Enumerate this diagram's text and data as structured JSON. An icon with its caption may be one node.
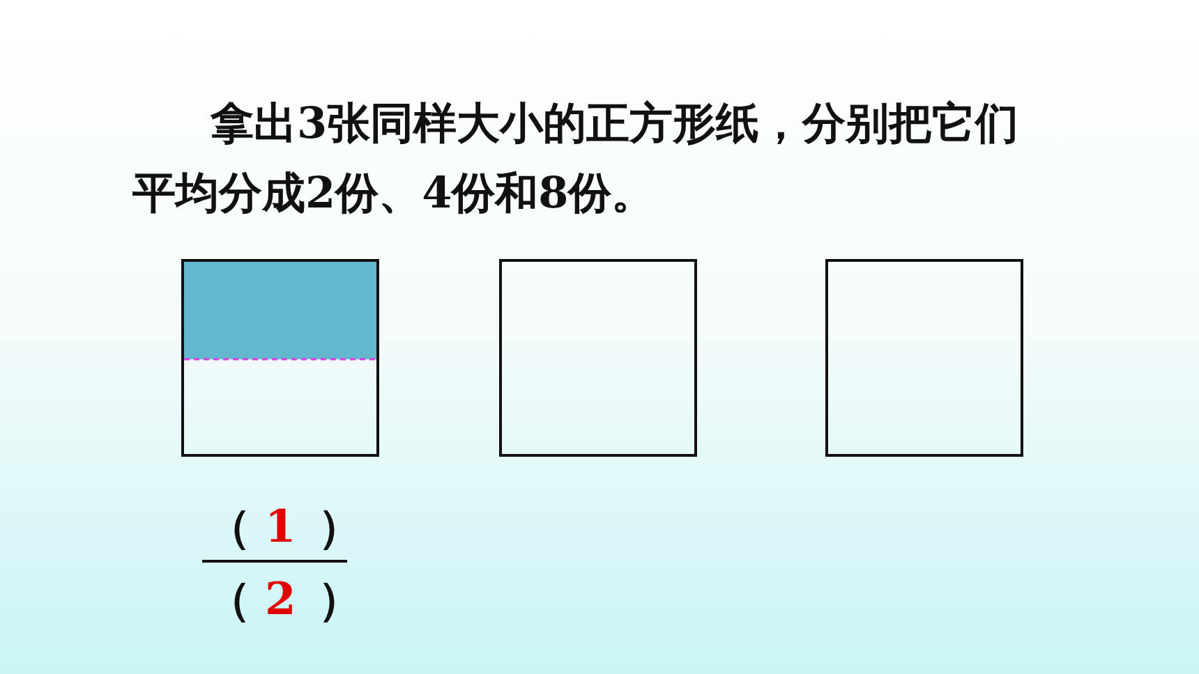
{
  "diagram": {
    "nodes": [
      {
        "text": [],
        "shape": "box"
      },
      {
        "text": [],
        "shape": "box"
      },
      {
        "text": [],
        "shape": "box"
      }
    ],
    "edges": [],
    "labels": [
      "拿出3张同样大小的正方形纸，分别把它们平均分成2份、4份和8份。",
      "（",
      "1",
      "）",
      "（",
      "2",
      "）"
    ]
  }
}
